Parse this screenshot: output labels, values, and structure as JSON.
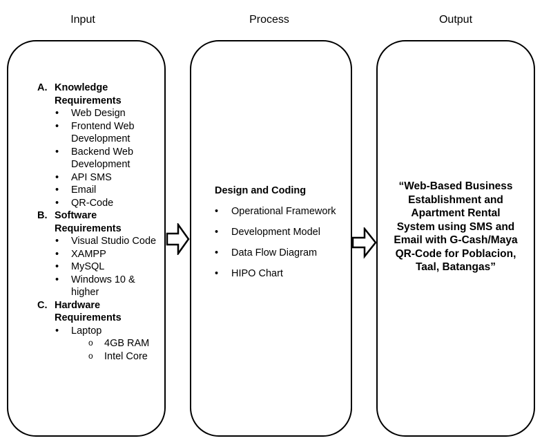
{
  "columns": {
    "input": "Input",
    "process": "Process",
    "output": "Output"
  },
  "input": {
    "sections": [
      {
        "letter": "A.",
        "title": "Knowledge Requirements",
        "items": [
          "Web Design",
          "Frontend Web Development",
          "Backend Web Development",
          "API SMS",
          "Email",
          "QR-Code"
        ]
      },
      {
        "letter": "B.",
        "title": "Software Requirements",
        "items": [
          "Visual Studio Code",
          "XAMPP",
          "MySQL",
          "Windows 10 & higher"
        ]
      },
      {
        "letter": "C.",
        "title": "Hardware Requirements",
        "items": [
          "Laptop"
        ],
        "subitems": [
          "4GB RAM",
          "Intel Core"
        ]
      }
    ]
  },
  "process": {
    "heading": "Design and Coding",
    "items": [
      "Operational Framework",
      "Development Model",
      "Data Flow Diagram",
      "HIPO Chart"
    ]
  },
  "output": {
    "text": "“Web-Based Business Establishment and Apartment Rental System using SMS and Email with G-Cash/Maya QR-Code for Poblacion, Taal, Batangas”"
  }
}
